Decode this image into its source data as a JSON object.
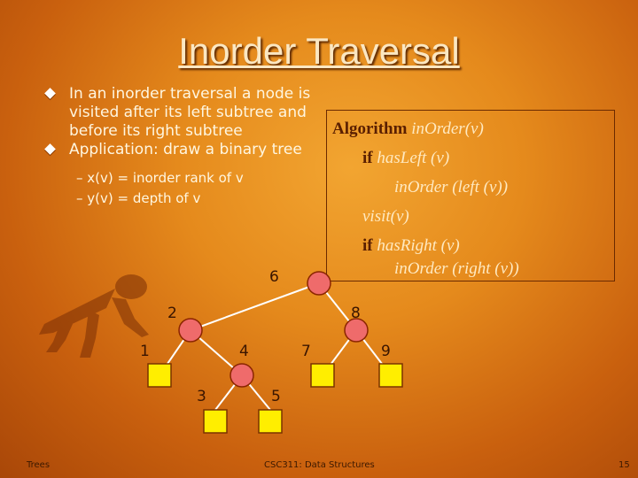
{
  "title": "Inorder Traversal",
  "bullets": [
    "In an inorder traversal a node is visited after its left subtree and before its right subtree",
    "Application: draw a binary tree"
  ],
  "sub_bullets": [
    "– x(v) = inorder rank of v",
    "– y(v) = depth of v"
  ],
  "algorithm": {
    "header_keyword": "Algorithm",
    "header_fn": "inOrder(v)",
    "if1_keyword": "if",
    "if1_cond": "hasLeft (v)",
    "call1": "inOrder (left (v))",
    "visit": "visit(v)",
    "if2_keyword": "if",
    "if2_cond": "hasRight (v)",
    "call2": "inOrder (right (v))"
  },
  "tree": {
    "node_labels": [
      "6",
      "2",
      "8",
      "1",
      "4",
      "7",
      "9",
      "3",
      "5"
    ],
    "internal_color": "#ef6b6b",
    "leaf_color": "#ffee00"
  },
  "footer": {
    "left": "Trees",
    "center": "CSC311: Data Structures",
    "right": "15"
  }
}
